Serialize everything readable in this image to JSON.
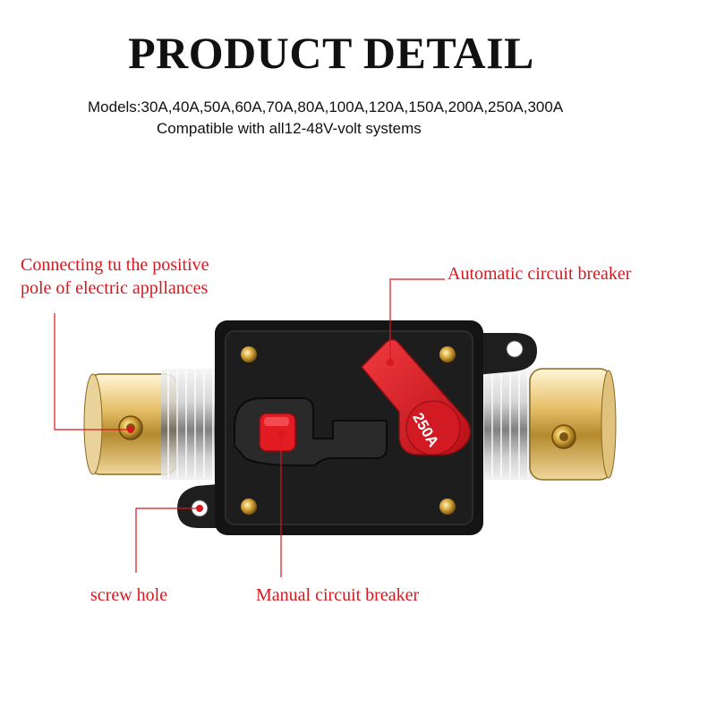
{
  "header": {
    "title": "PRODUCT DETAIL",
    "models": "Models:30A,40A,50A,60A,70A,80A,100A,120A,150A,200A,250A,300A",
    "compatibility": "Compatible with all12-48V-volt systems"
  },
  "callouts": {
    "positive_line1": "Connecting tu the positive",
    "positive_line2": "pole of electric appllances",
    "automatic": "Automatic circuit breaker",
    "screw": "screw hole",
    "manual": "Manual circuit breaker"
  },
  "product": {
    "rating_label": "250A",
    "colors": {
      "lever": "#d8181f",
      "housing": "#1a1a1a",
      "callout": "#d8181f",
      "gold": "#d9a93a"
    }
  }
}
